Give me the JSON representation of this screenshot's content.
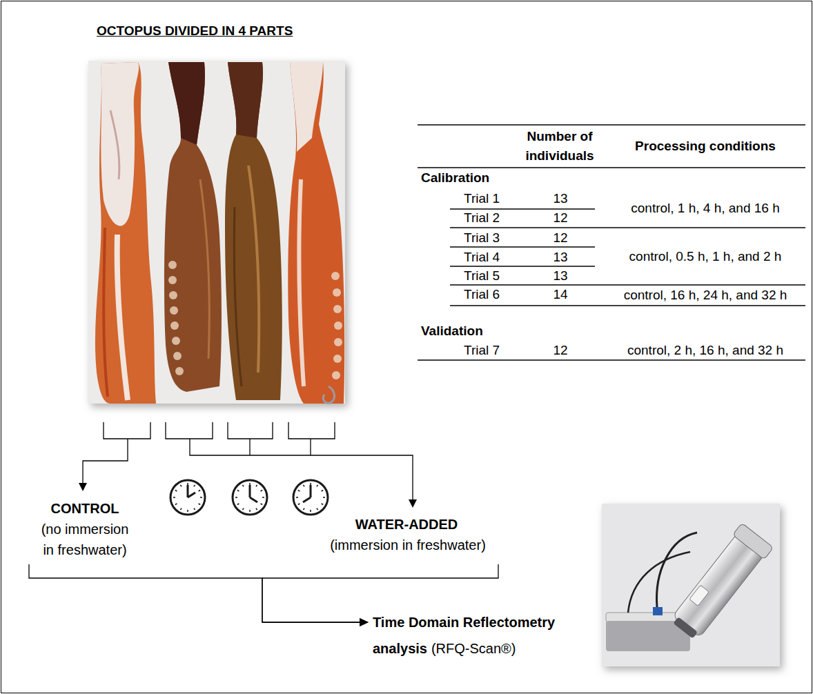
{
  "diagram": {
    "title": "OCTOPUS DIVIDED IN 4 PARTS",
    "nodes": [
      {
        "text": [
          "CONTROL",
          "(no immersion in freshwater)"
        ]
      },
      {
        "text": [
          "WATER-ADDED",
          "(immersion in freshwater)"
        ]
      },
      {
        "text": [
          "Time Domain Reflectometry analysis",
          "(RFQ-Scan®)"
        ]
      }
    ],
    "edges": [
      {
        "from": 0,
        "to": 2,
        "arrow": "to"
      },
      {
        "from": 1,
        "to": 2,
        "arrow": "to"
      }
    ],
    "labels": [
      "Number of individuals",
      "Processing conditions",
      "Calibration",
      "Trial 1",
      "13",
      "Trial 2",
      "12",
      "control, 1 h, 4 h, and 16 h",
      "Trial 3",
      "12",
      "Trial 4",
      "13",
      "Trial 5",
      "13",
      "control, 0.5 h, 1 h, and 2 h",
      "Trial 6",
      "14",
      "control, 16 h, 24 h, and 32 h",
      "Validation",
      "Trial 7",
      "12",
      "control, 2 h, 16 h, and 32 h"
    ]
  }
}
